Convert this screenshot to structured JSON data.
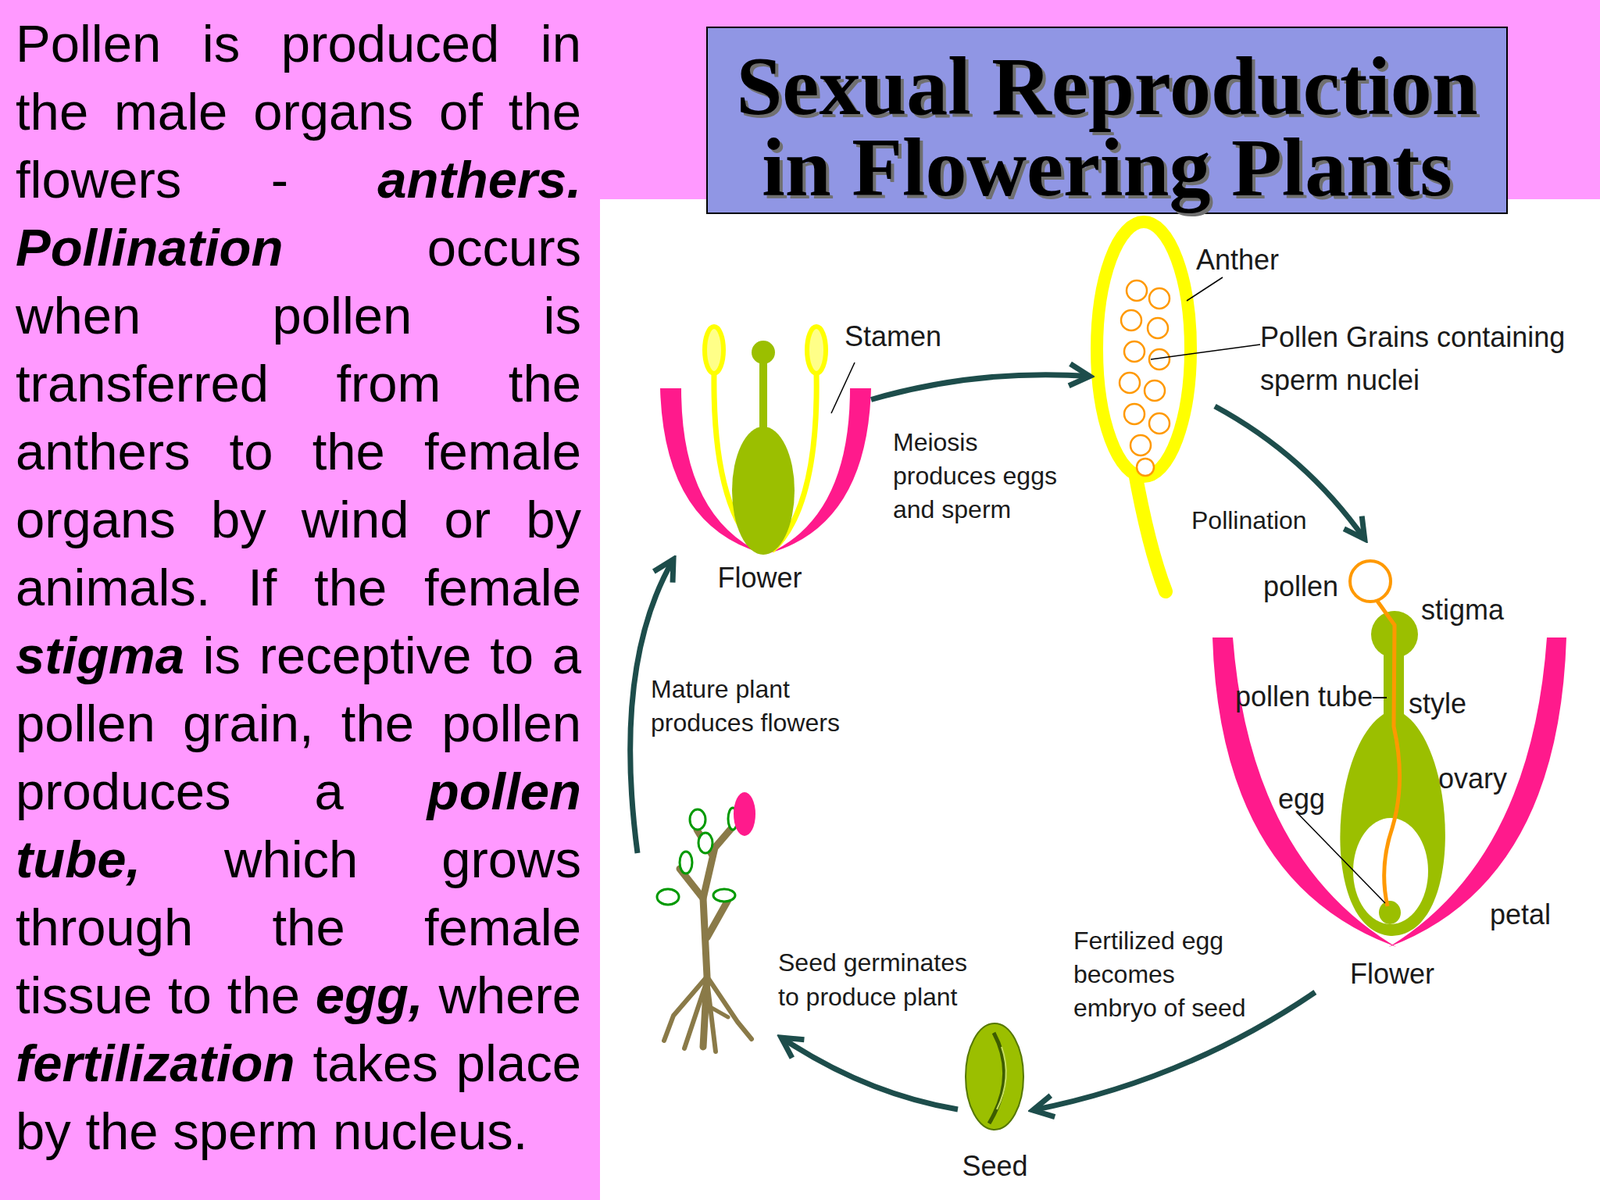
{
  "diagram": {
    "title": "Sexual Reproduction in Flowering Plants",
    "nodes": [
      {
        "text": [
          "Flower"
        ]
      },
      {
        "text": [
          "Anther"
        ]
      },
      {
        "text": [
          "Flower"
        ]
      },
      {
        "text": [
          "Seed"
        ]
      }
    ],
    "edges": [
      {
        "from": 0,
        "to": 1,
        "arrow": "to",
        "label": "Meiosis produces eggs and sperm"
      },
      {
        "from": 1,
        "to": 2,
        "arrow": "to",
        "label": "Pollination"
      },
      {
        "from": 2,
        "to": 3,
        "arrow": "to",
        "label": "Fertilized egg becomes embryo of seed"
      }
    ],
    "labels": [
      "Pollen is produced in the male organs of the flowers - anthers. Pollination occurs when pollen is transferred from the anthers to the female organs by wind or by animals. If the female stigma is receptive to a pollen grain, the pollen produces a pollen tube, which grows through the female tissue to the egg, where fertilization takes place by the sperm nucleus.",
      "Stamen",
      "Pollen Grains containing sperm nuclei",
      "pollen",
      "stigma",
      "pollen tube",
      "style",
      "egg",
      "ovary",
      "petal",
      "Seed germinates to produce plant",
      "Mature plant produces flowers"
    ]
  }
}
